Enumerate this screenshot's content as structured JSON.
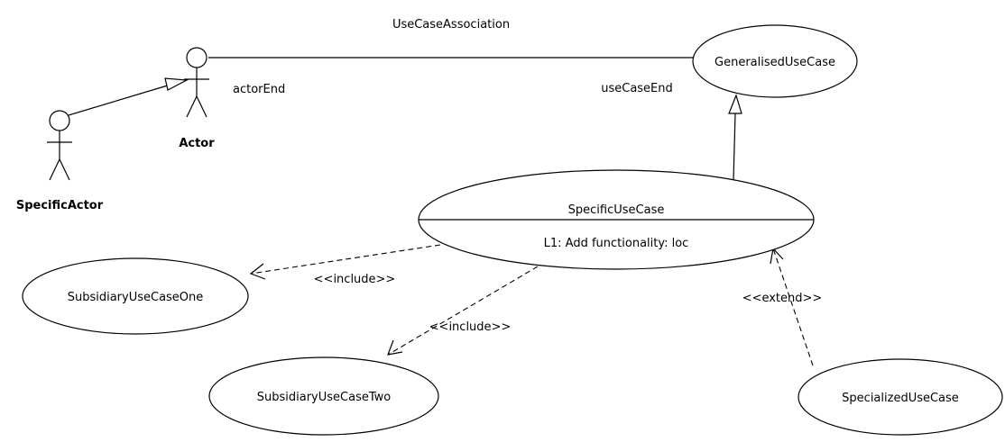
{
  "actors": {
    "actor": "Actor",
    "specific_actor": "SpecificActor"
  },
  "use_cases": {
    "generalised": "GeneralisedUseCase",
    "specific": "SpecificUseCase",
    "specific_compartment": "L1: Add functionality: loc",
    "subsidiary_one": "SubsidiaryUseCaseOne",
    "subsidiary_two": "SubsidiaryUseCaseTwo",
    "specialized": "SpecializedUseCase"
  },
  "association": {
    "name": "UseCaseAssociation",
    "actor_end": "actorEnd",
    "use_case_end": "useCaseEnd"
  },
  "relationships": {
    "include_one": "<<include>>",
    "include_two": "<<include>>",
    "extend": "<<extend>>"
  }
}
